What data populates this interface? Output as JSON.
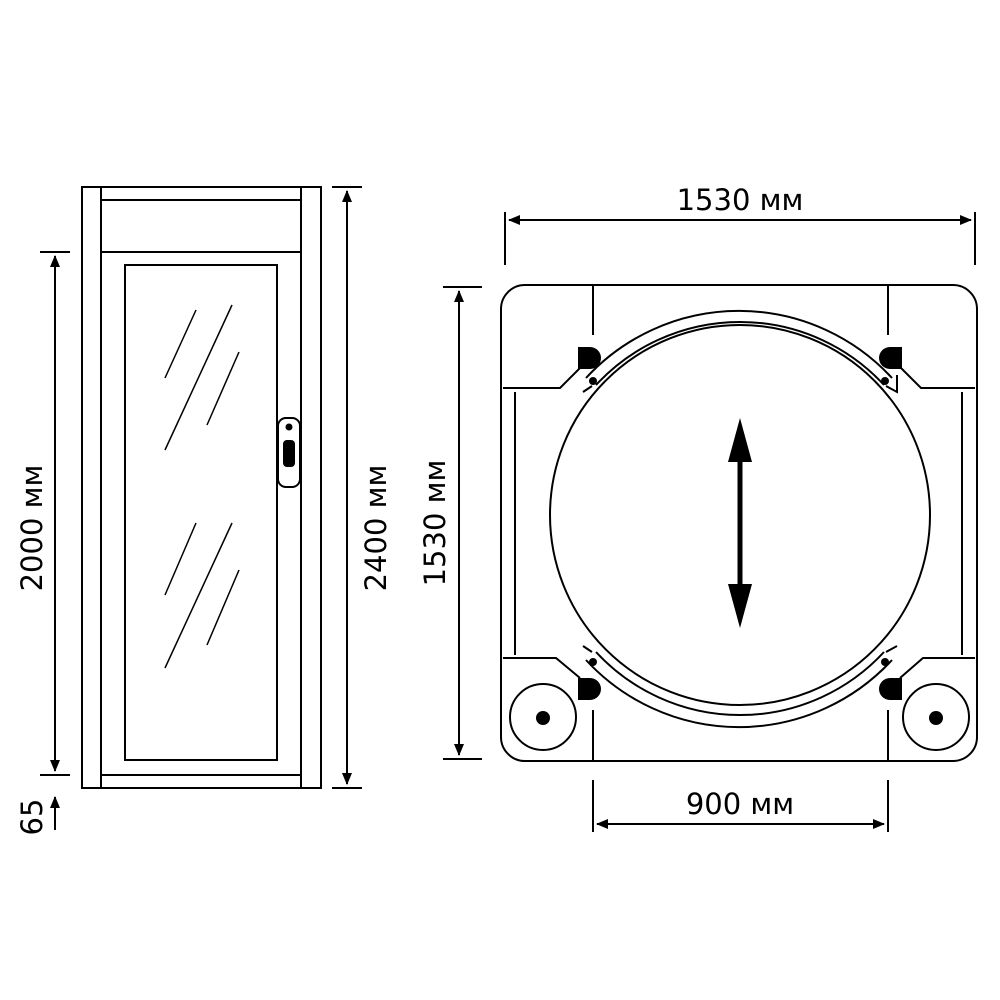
{
  "dimensions": {
    "top_width": "1530 мм",
    "side_depth": "1530 мм",
    "bottom_width": "900 мм",
    "door_height": "2000 мм",
    "total_height": "2400 мм",
    "base_height": "65"
  },
  "colors": {
    "line": "#000000",
    "background": "#ffffff"
  }
}
